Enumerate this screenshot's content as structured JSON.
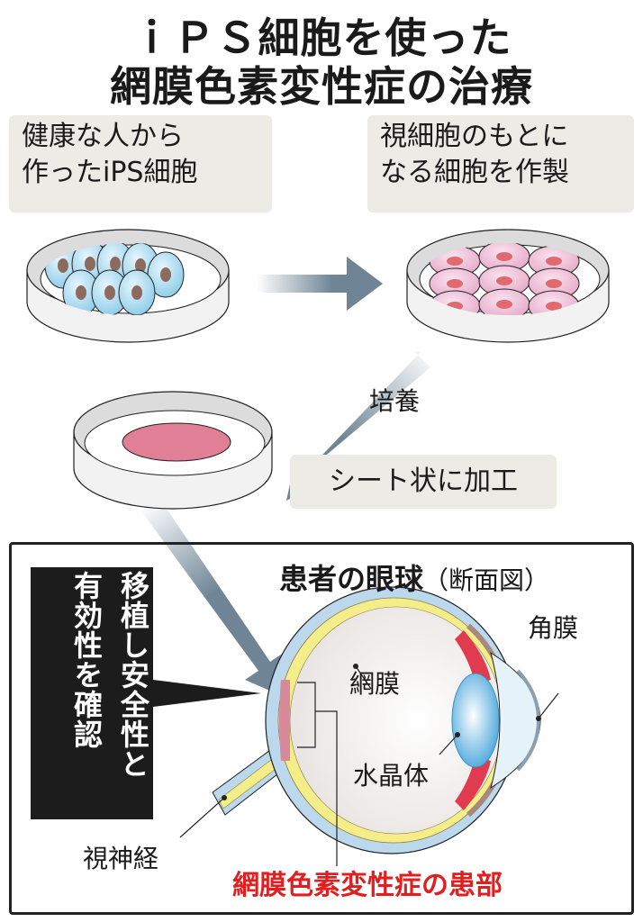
{
  "title": {
    "line1": "ｉＰＳ細胞を使った",
    "line2": "網膜色素変性症の治療"
  },
  "steps": [
    {
      "lines": [
        "健康な人から",
        "作ったiPS細胞"
      ]
    },
    {
      "lines": [
        "視細胞のもとに",
        "なる細胞を作製"
      ]
    },
    {
      "label": "培養"
    },
    {
      "label": "シート状に加工"
    }
  ],
  "eye_panel": {
    "title": "患者の眼球",
    "subtitle": "（断面図）",
    "callout": [
      "移植し安全性と",
      "有効性を確認"
    ],
    "labels": {
      "retina": "網膜",
      "cornea": "角膜",
      "lens": "水晶体",
      "optic_nerve": "視神経",
      "affected_area": "網膜色素変性症の患部"
    }
  },
  "colors": {
    "ips_cell": "#a9d8ef",
    "photoreceptor_cell": "#efbcd6",
    "sheet": "#e07f95",
    "arrow": "#6f8596",
    "retina": "#f5ec8a",
    "sclera": "#bcd8ec",
    "affected": "#e02020",
    "label_bg": "#ecebe6"
  }
}
